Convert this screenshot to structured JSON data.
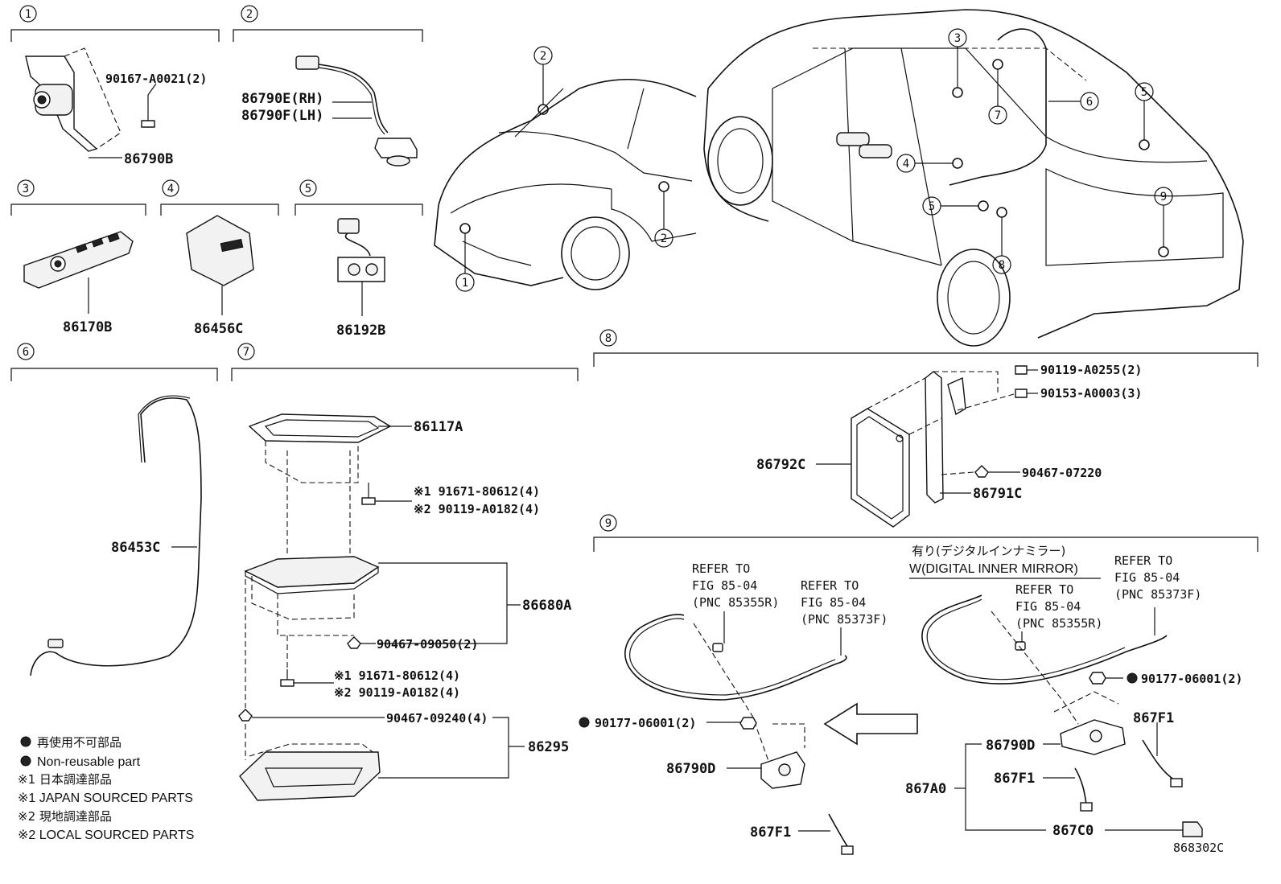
{
  "callouts": [
    "1",
    "2",
    "3",
    "4",
    "5",
    "6",
    "7",
    "8",
    "9"
  ],
  "sec1": {
    "fastener": "90167-A0021(2)",
    "part": "86790B"
  },
  "sec2": {
    "rh": "86790E(RH)",
    "lh": "86790F(LH)"
  },
  "sec3": {
    "part": "86170B"
  },
  "sec4": {
    "part": "86456C"
  },
  "sec5": {
    "part": "86192B"
  },
  "sec6": {
    "part": "86453C"
  },
  "sec7": {
    "frame": "86117A",
    "screw1_jp": "※1 91671-80612(4)",
    "screw1_local": "※2 90119-A0182(4)",
    "module": "86680A",
    "clip1": "90467-09050(2)",
    "screw2_jp": "※1 91671-80612(4)",
    "screw2_local": "※2 90119-A0182(4)",
    "clip2": "90467-09240(4)",
    "cover": "86295"
  },
  "sec8": {
    "bolt1": "90119-A0255(2)",
    "bolt2": "90153-A0003(3)",
    "ecu": "86792C",
    "clip": "90467-07220",
    "bracket": "86791C"
  },
  "sec9": {
    "refer1_l1": "REFER TO",
    "refer1_l2": "FIG 85-04",
    "refer1_l3": "(PNC 85355R)",
    "refer2_l1": "REFER TO",
    "refer2_l2": "FIG 85-04",
    "refer2_l3": "(PNC 85373F)",
    "variant_jp": "有り(デジタルインナミラー)",
    "variant_en": "W(DIGITAL INNER MIRROR)",
    "refer3_l1": "REFER TO",
    "refer3_l2": "FIG 85-04",
    "refer3_l3": "(PNC 85355R)",
    "refer4_l1": "REFER TO",
    "refer4_l2": "FIG 85-04",
    "refer4_l3": "(PNC 85373F)",
    "nut_left": "90177-06001(2)",
    "camera_left": "86790D",
    "harness_left": "867F1",
    "nut_right": "90177-06001(2)",
    "harness_right_top": "867F1",
    "camera_right": "86790D",
    "harness_right": "867F1",
    "assy": "867A0",
    "cord": "867C0"
  },
  "legend": {
    "nonreuse_jp": "再使用不可部品",
    "nonreuse_en": "Non-reusable part",
    "japan_jp": "※1 日本調達部品",
    "japan_en": "※1 JAPAN SOURCED PARTS",
    "local_jp": "※2 現地調達部品",
    "local_en": "※2 LOCAL SOURCED PARTS"
  },
  "figure_code": "868302C"
}
